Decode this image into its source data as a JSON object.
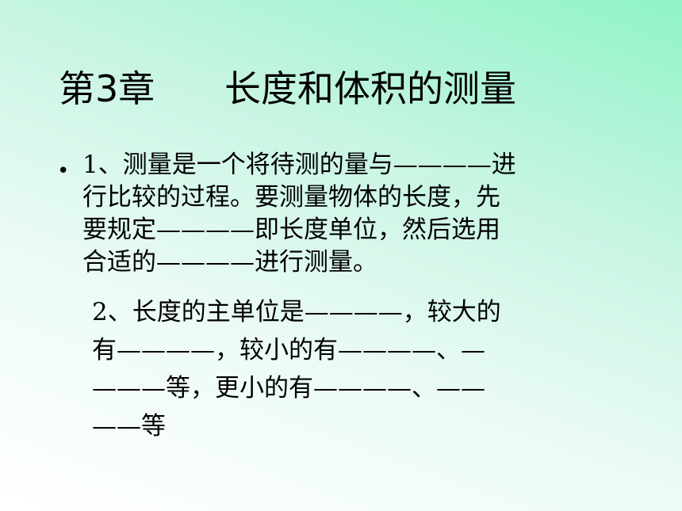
{
  "slide": {
    "title": "第3章      长度和体积的测量",
    "bullet_symbol": "•",
    "item1_lines": [
      "1、测量是一个将待测的量与————进",
      "行比较的过程。要测量物体的长度，先",
      "要规定————即长度单位，然后选用",
      "合适的————进行测量。"
    ],
    "item2_lines": [
      "2、长度的主单位是————，较大的",
      "有————，较小的有————、—",
      "———等，更小的有————、——",
      "——等"
    ]
  }
}
